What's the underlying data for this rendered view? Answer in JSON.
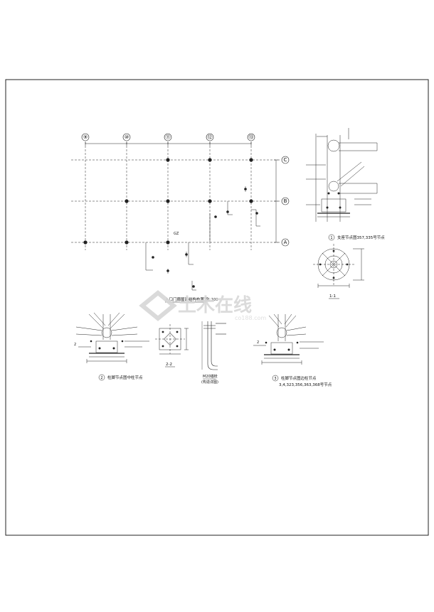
{
  "plan": {
    "axes_top": [
      "⑨",
      "⑩",
      "⑪",
      "⑫",
      "⑬"
    ],
    "axes_right": [
      "C",
      "B",
      "A"
    ],
    "title": "入口门廊屋面结构布置图",
    "scale": "1:100",
    "mark": "GZ"
  },
  "details": {
    "d1_caption_num": "1",
    "d1_caption": "支座节点图357,335号节点",
    "section_1_1": "1-1",
    "d2_caption_num": "2",
    "d2_caption": "柱脚节点图中柱节点",
    "section_2_2": "2-2",
    "bolt_caption": "M20锚栓",
    "bolt_sub": "(构造详图)",
    "d3_caption_num": "3",
    "d3_caption": "柱脚节点图边柱节点",
    "d3_sub": "3,4,323,356,363,368号节点",
    "sec_mark": "2"
  },
  "watermark": {
    "text": "土木在线",
    "sub": "co188.com"
  }
}
